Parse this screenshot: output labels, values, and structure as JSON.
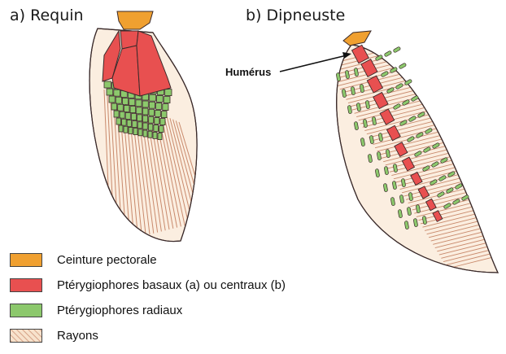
{
  "panels": {
    "a_title": "a) Requin",
    "b_title": "b) Dipneuste"
  },
  "labels": {
    "humerus": "Humérus"
  },
  "legend": [
    {
      "label": "Ceinture pectorale",
      "color": "#f0a030",
      "kind": "solid"
    },
    {
      "label": "Ptérygiophores basaux (a) ou centraux (b)",
      "color": "#e85050",
      "kind": "solid"
    },
    {
      "label": "Ptérygiophores radiaux",
      "color": "#8cc86c",
      "kind": "solid"
    },
    {
      "label": "Rayons",
      "color": "#f7e2cc",
      "stroke": "#c9886a",
      "kind": "hatched"
    }
  ],
  "colors": {
    "girdle": "#f0a030",
    "basal": "#e85050",
    "radial": "#8cc86c",
    "ray_fill": "#fbeee0",
    "ray_line": "#c98a6c",
    "outline": "#3a2a2a"
  }
}
